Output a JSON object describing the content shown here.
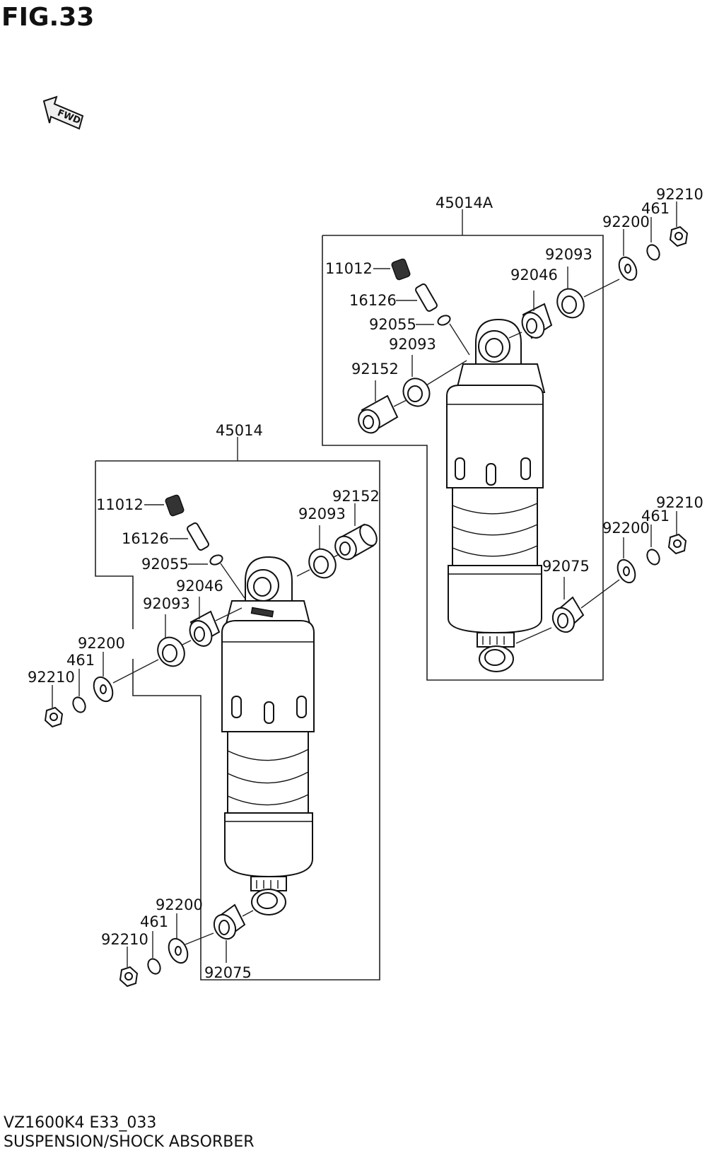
{
  "figure": {
    "title": "FIG.33",
    "model": "VZ1600K4 E33_033",
    "section": "SUSPENSION/SHOCK ABSORBER",
    "fwd_label": "FWD"
  },
  "assembly_a": {
    "label": "45014A",
    "parts": {
      "p11012": "11012",
      "p16126": "16126",
      "p92055": "92055",
      "p92093_left": "92093",
      "p92152": "92152",
      "p92046": "92046",
      "p92093_right": "92093",
      "p92200_top": "92200",
      "p461_top": "461",
      "p92210_top": "92210",
      "p92200_bottom": "92200",
      "p461_bottom": "461",
      "p92210_bottom": "92210",
      "p92075": "92075"
    }
  },
  "assembly_b": {
    "label": "45014",
    "parts": {
      "p11012": "11012",
      "p16126": "16126",
      "p92055": "92055",
      "p92152": "92152",
      "p92093_right": "92093",
      "p92046": "92046",
      "p92093_left": "92093",
      "p92200_top": "92200",
      "p461_top": "461",
      "p92210_top": "92210",
      "p92200_bottom": "92200",
      "p461_bottom": "461",
      "p92210_bottom": "92210",
      "p92075": "92075"
    }
  },
  "colors": {
    "line": "#111111",
    "background": "#ffffff"
  },
  "icons": [
    "fwd-arrow-icon"
  ]
}
